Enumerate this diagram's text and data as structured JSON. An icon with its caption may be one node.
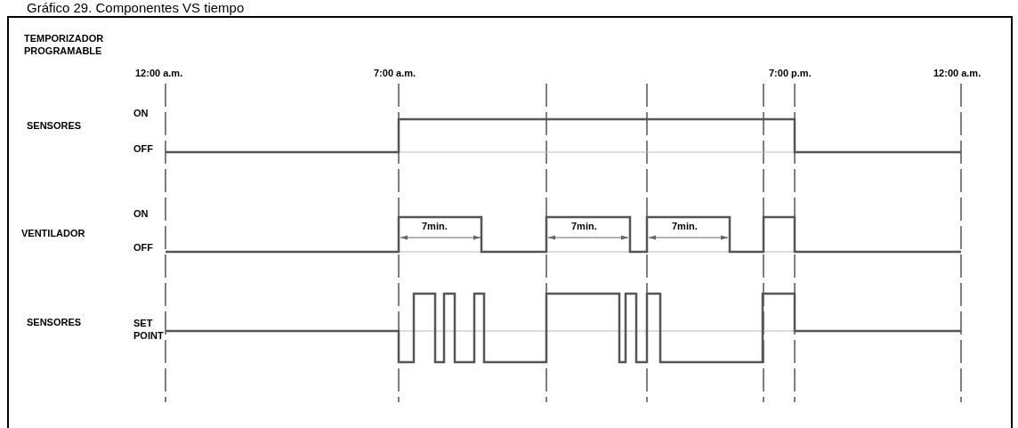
{
  "diagram": {
    "title": "Gráfico 29. Componentes VS tiempo",
    "labels": [
      "TEMPORIZADOR PROGRAMABLE",
      "12:00 a.m.",
      "7:00 a.m.",
      "7:00 p.m.",
      "12:00 a.m.",
      "SENSORES",
      "ON",
      "OFF",
      "VENTILADOR",
      "ON",
      "OFF",
      "SENSORES",
      "SET POINT",
      "7min.",
      "7min.",
      "7min."
    ]
  }
}
